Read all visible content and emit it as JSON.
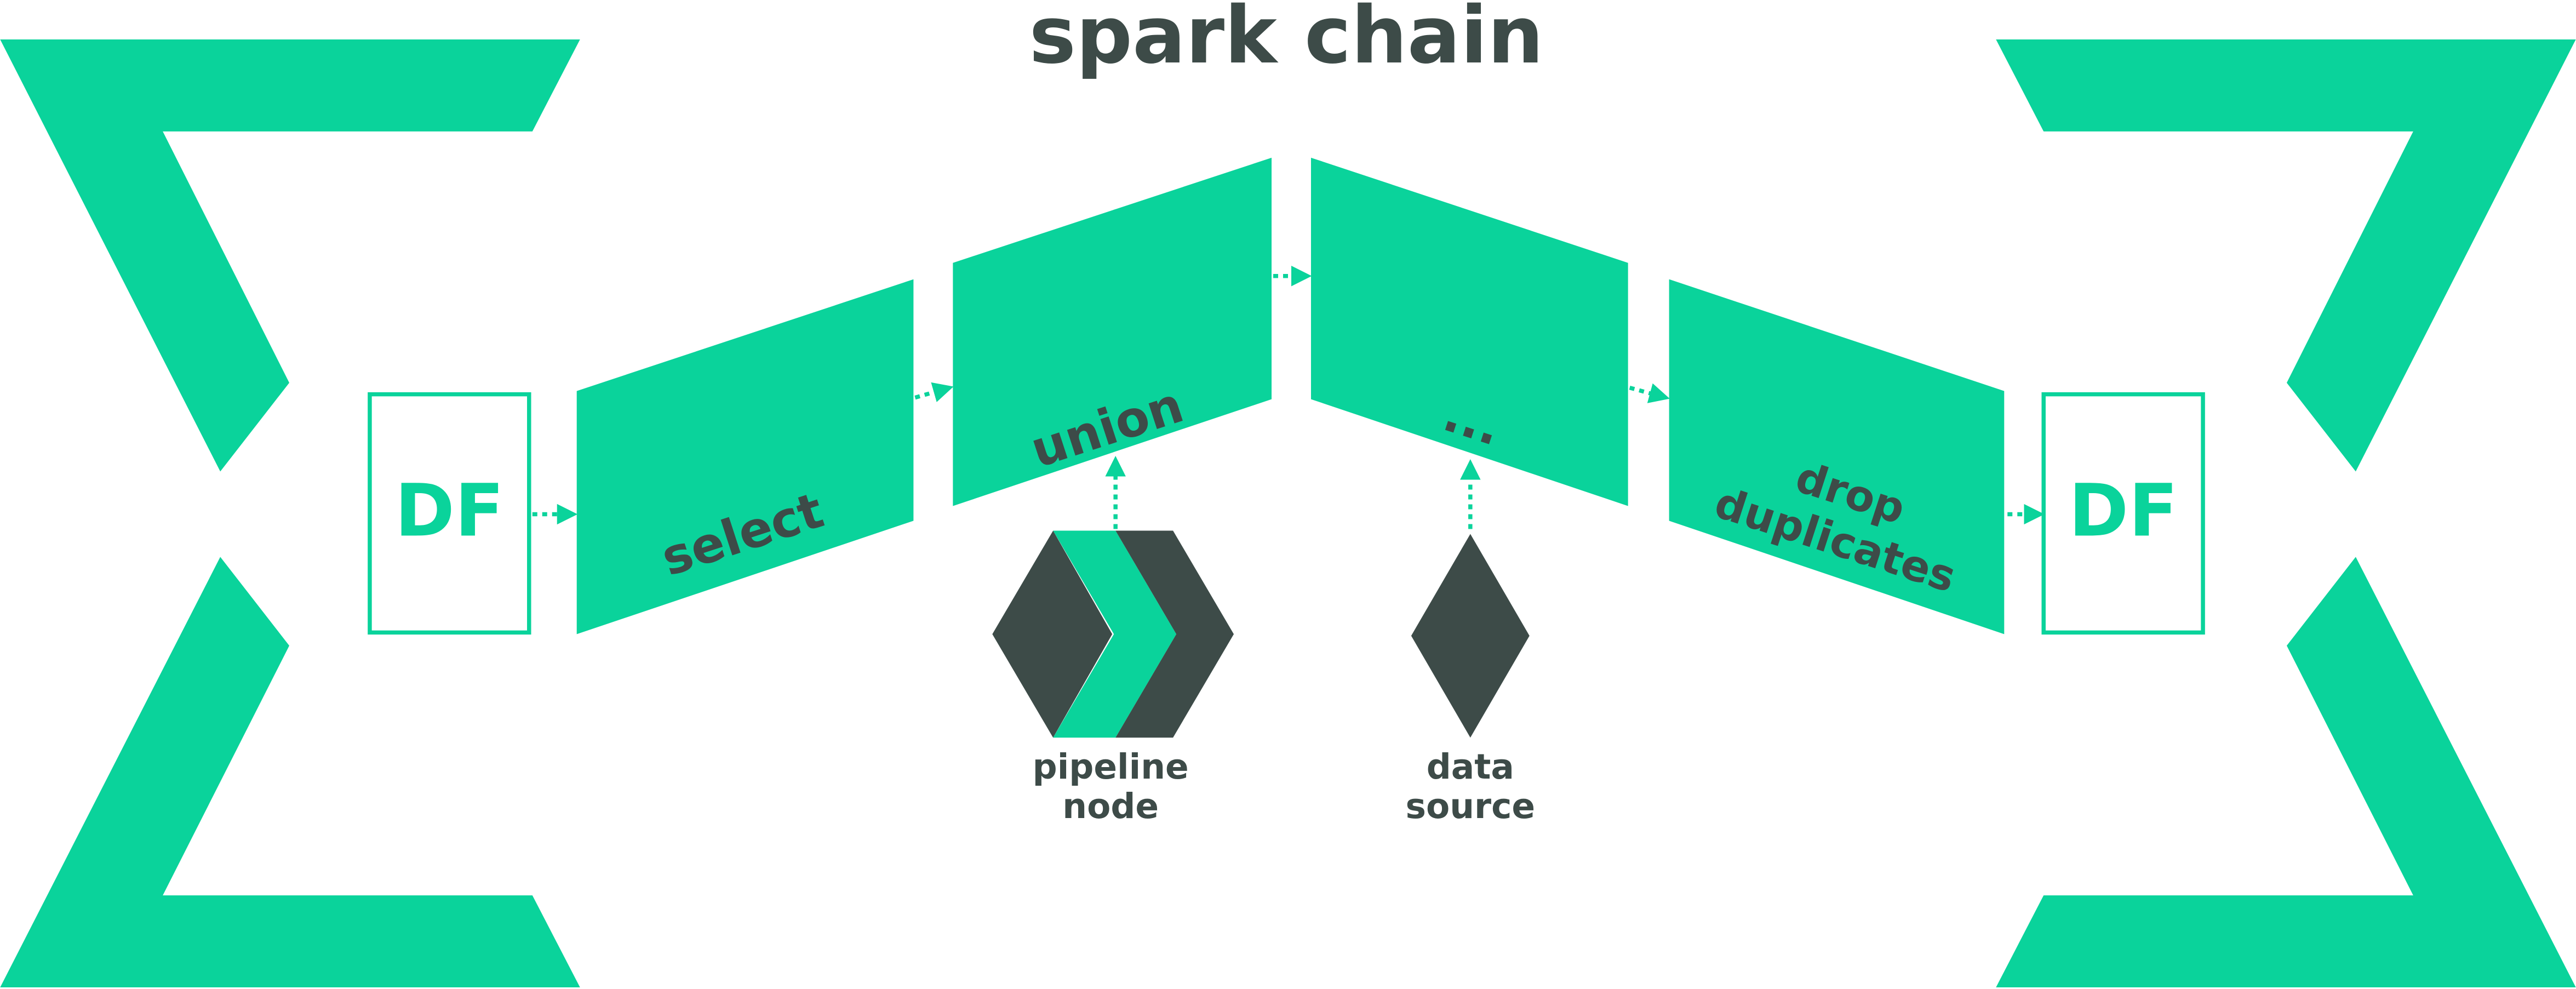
{
  "title": "spark chain",
  "input_label": "DF",
  "output_label": "DF",
  "steps": [
    {
      "label_lines": [
        "select"
      ]
    },
    {
      "label_lines": [
        "union"
      ]
    },
    {
      "label_lines": [
        "..."
      ]
    },
    {
      "label_lines": [
        "drop",
        "duplicates"
      ]
    }
  ],
  "legend": {
    "pipeline_node": [
      "pipeline",
      "node"
    ],
    "data_source": [
      "data",
      "source"
    ]
  },
  "colors": {
    "accent": "#0ad39b",
    "dark": "#3d4b48",
    "background": "#ffffff"
  }
}
